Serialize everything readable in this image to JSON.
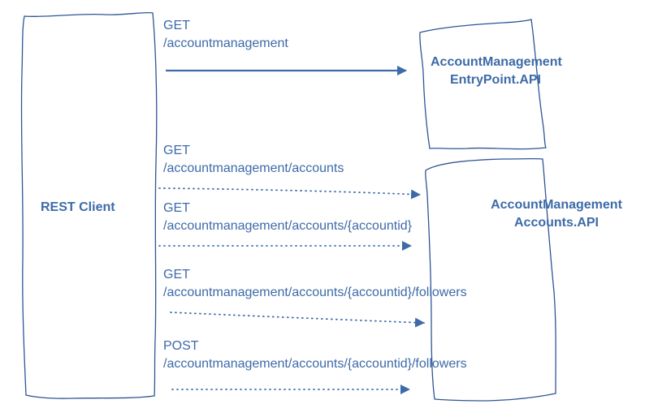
{
  "colors": {
    "ink": "#3d6aa8",
    "box_stroke": "#2f5596",
    "background": "#ffffff"
  },
  "nodes": {
    "rest_client": {
      "label": "REST Client"
    },
    "entrypoint_api": {
      "line1": "AccountManagement",
      "line2": "EntryPoint.API"
    },
    "accounts_api": {
      "line1": "AccountManagement",
      "line2": "Accounts.API"
    }
  },
  "edges": [
    {
      "method": "GET",
      "path": "/accountmanagement",
      "style": "solid",
      "target": "entrypoint_api"
    },
    {
      "method": "GET",
      "path": "/accountmanagement/accounts",
      "style": "dotted",
      "target": "accounts_api"
    },
    {
      "method": "GET",
      "path": "/accountmanagement/accounts/{accountid}",
      "style": "dotted",
      "target": "accounts_api"
    },
    {
      "method": "GET",
      "path": "/accountmanagement/accounts/{accountid}/followers",
      "style": "dotted",
      "target": "accounts_api"
    },
    {
      "method": "POST",
      "path": "/accountmanagement/accounts/{accountid}/followers",
      "style": "dotted",
      "target": "accounts_api"
    }
  ]
}
